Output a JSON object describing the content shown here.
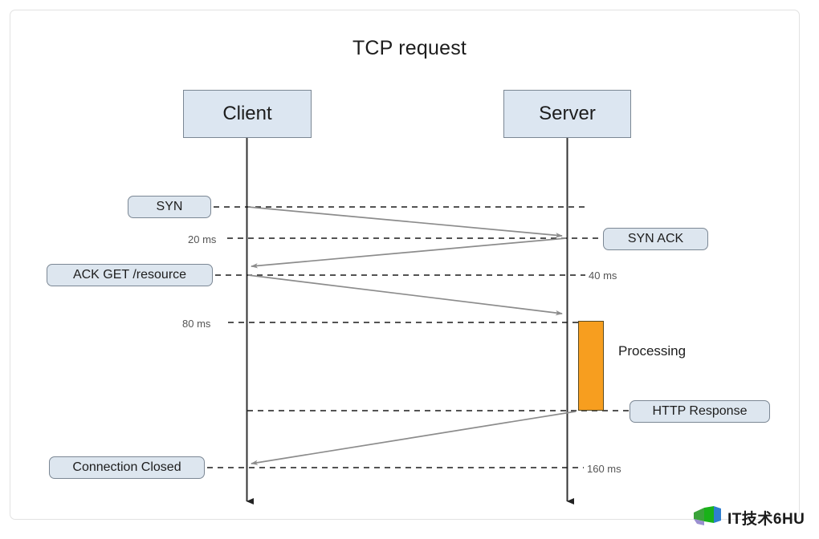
{
  "diagram": {
    "title": "TCP request",
    "participants": [
      {
        "id": "client",
        "label": "Client"
      },
      {
        "id": "server",
        "label": "Server"
      }
    ],
    "messages": [
      {
        "id": "syn",
        "label": "SYN",
        "side": "left"
      },
      {
        "id": "syn-ack",
        "label": "SYN ACK",
        "side": "right"
      },
      {
        "id": "ack-get",
        "label": "ACK GET /resource",
        "side": "left"
      },
      {
        "id": "http-response",
        "label": "HTTP Response",
        "side": "right"
      },
      {
        "id": "connection-closed",
        "label": "Connection Closed",
        "side": "left"
      }
    ],
    "timings": [
      {
        "id": "t20",
        "label": "20 ms",
        "side": "left"
      },
      {
        "id": "t40",
        "label": "40 ms",
        "side": "right"
      },
      {
        "id": "t80",
        "label": "80 ms",
        "side": "left"
      },
      {
        "id": "t160",
        "label": "160 ms",
        "side": "right"
      }
    ],
    "activation": {
      "label": "Processing",
      "color": "#f79e1f",
      "border_color": "#5a4a20"
    },
    "colors": {
      "box_fill": "#dce6f1",
      "box_border": "#7b8794",
      "lifeline": "#333333",
      "arrow": "#8c8c8c",
      "dashed_line": "#1a1a1a",
      "frame_border": "#e2e2e2",
      "text": "#1d1d1d",
      "muted_text": "#555555"
    }
  },
  "watermark": {
    "text": "IT技术6HU",
    "logo": "windows-flag-icon"
  }
}
